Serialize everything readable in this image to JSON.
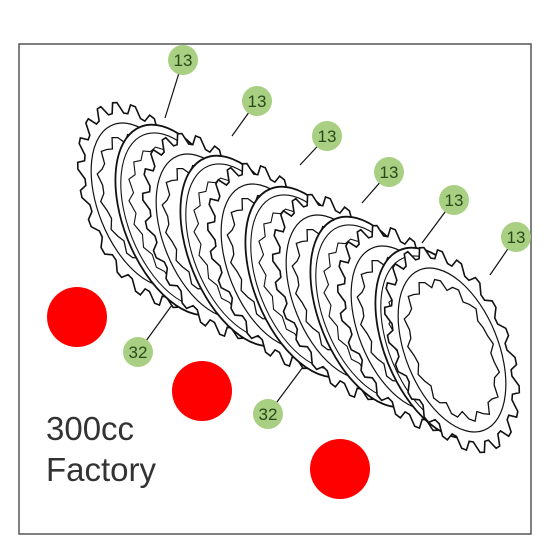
{
  "diagram": {
    "caption_line1": "300cc",
    "caption_line2": "Factory",
    "callouts_top": [
      "13",
      "13",
      "13",
      "13",
      "13",
      "13"
    ],
    "callouts_bottom": [
      "32",
      "32"
    ],
    "colors": {
      "frame": "#555555",
      "callout_fill": "#a8cf82",
      "callout_text": "#2a4a1a",
      "marker": "#ff0000",
      "line": "#111111"
    }
  }
}
